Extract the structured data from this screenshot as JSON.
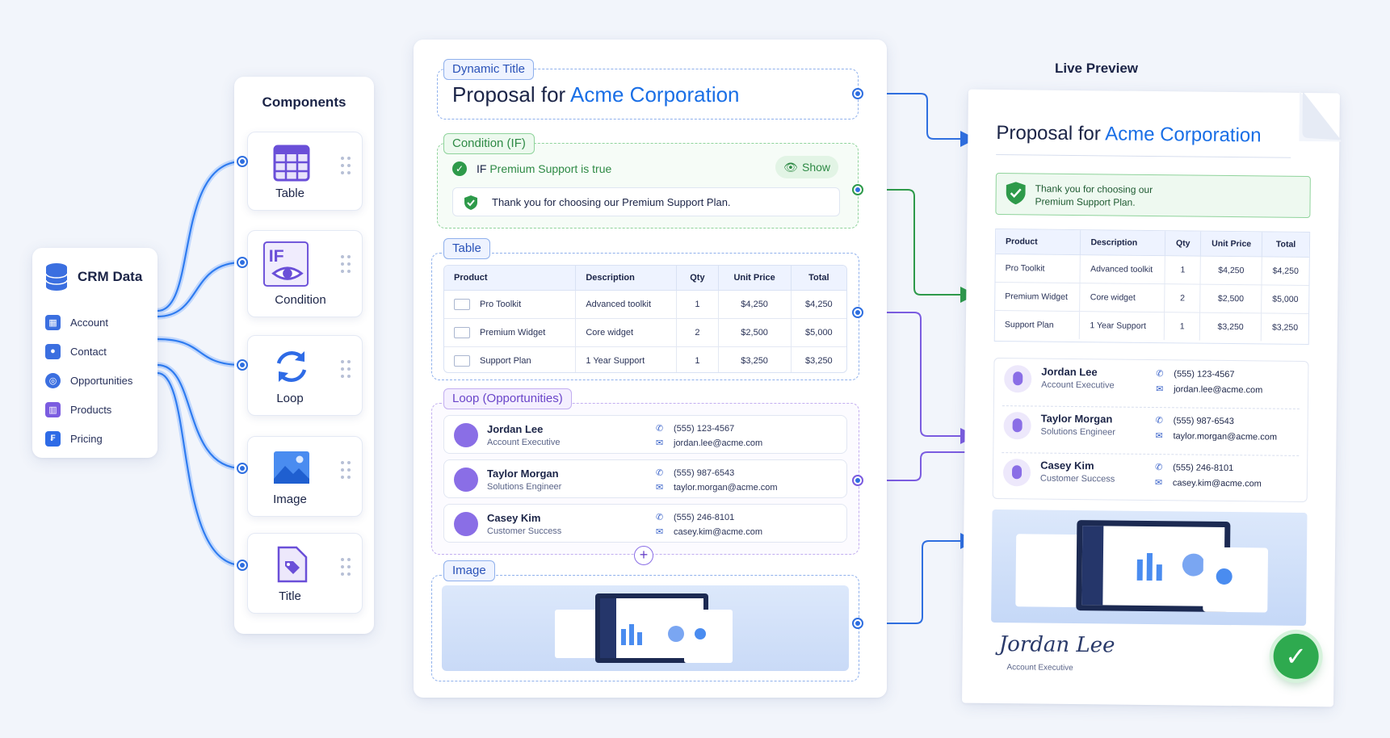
{
  "crm": {
    "title": "CRM Data",
    "items": [
      {
        "label": "Account",
        "icon": "building-icon",
        "color": "#3b6fe0"
      },
      {
        "label": "Contact",
        "icon": "contact-icon",
        "color": "#3b6fe0"
      },
      {
        "label": "Opportunities",
        "icon": "target-icon",
        "color": "#3b6fe0"
      },
      {
        "label": "Products",
        "icon": "products-icon",
        "color": "#7b5ce0"
      },
      {
        "label": "Pricing",
        "icon": "pricing-icon",
        "color": "#2e6be6"
      }
    ]
  },
  "components": {
    "title": "Components",
    "items": [
      {
        "label": "Table",
        "icon": "table-icon"
      },
      {
        "label": "Condition",
        "icon": "condition-eye-icon"
      },
      {
        "label": "Loop",
        "icon": "loop-icon"
      },
      {
        "label": "Image",
        "icon": "image-icon"
      },
      {
        "label": "Title",
        "icon": "tag-icon"
      }
    ]
  },
  "editor": {
    "dynamic_title_tag": "Dynamic Title",
    "title_prefix": "Proposal for",
    "title_company": "Acme Corporation",
    "condition_tag": "Condition (IF)",
    "condition_if": "IF",
    "condition_expr": "Premium Support is true",
    "show_label": "Show",
    "condition_message": "Thank you for choosing our Premium Support Plan.",
    "table_tag": "Table",
    "loop_tag": "Loop (Opportunities)",
    "image_tag": "Image"
  },
  "table": {
    "headers": [
      "Product",
      "Description",
      "Qty",
      "Unit Price",
      "Total"
    ],
    "rows": [
      [
        "Pro Toolkit",
        "Advanced toolkit",
        "1",
        "$4,250",
        "$4,250"
      ],
      [
        "Premium Widget",
        "Core widget",
        "2",
        "$2,500",
        "$5,000"
      ],
      [
        "Support Plan",
        "1 Year Support",
        "1",
        "$3,250",
        "$3,250"
      ]
    ]
  },
  "people": [
    {
      "name": "Jordan Lee",
      "role": "Account Executive",
      "phone": "(555) 123-4567",
      "email": "jordan.lee@acme.com"
    },
    {
      "name": "Taylor Morgan",
      "role": "Solutions Engineer",
      "phone": "(555) 987-6543",
      "email": "taylor.morgan@acme.com"
    },
    {
      "name": "Casey Kim",
      "role": "Customer Success",
      "phone": "(555) 246-8101",
      "email": "casey.kim@acme.com"
    }
  ],
  "preview": {
    "label": "Live Preview",
    "title_prefix": "Proposal for",
    "title_company": "Acme Corporation",
    "message_line1": "Thank you for choosing our",
    "message_line2": "Premium Support Plan.",
    "signature": "Jordan Lee",
    "signature_role": "Account Executive"
  },
  "colors": {
    "accent": "#1a6fe6",
    "green": "#2e9a4a",
    "purple": "#7b5ce0"
  }
}
